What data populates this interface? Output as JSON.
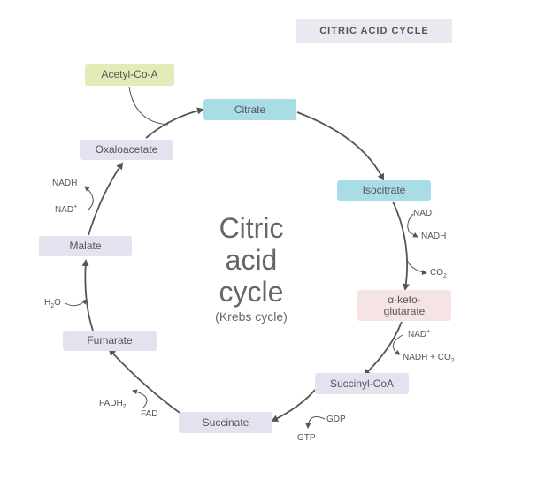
{
  "title": "CITRIC ACID CYCLE",
  "center": {
    "line1": "Citric",
    "line2": "acid",
    "line3": "cycle",
    "subtitle": "(Krebs cycle)"
  },
  "nodes": {
    "acetyl_coa": "Acetyl-Co-A",
    "citrate": "Citrate",
    "isocitrate": "Isocitrate",
    "alpha_ketoglutarate_line1": "α-keto-",
    "alpha_ketoglutarate_line2": "glutarate",
    "succinyl_coa": "Succinyl-CoA",
    "succinate": "Succinate",
    "fumarate": "Fumarate",
    "malate": "Malate",
    "oxaloacetate": "Oxaloacetate"
  },
  "side_labels": {
    "nad_iso": "NAD",
    "nadh_iso": "NADH",
    "co2_iso": "CO",
    "co2_iso_sub": "2",
    "nad_akg": "NAD",
    "nadh_akg": "NADH + CO",
    "nadh_akg_sub": "2",
    "gdp": "GDP",
    "gtp": "GTP",
    "fad": "FAD",
    "fadh2": "FADH",
    "fadh2_sub": "2",
    "h2o_pre": "H",
    "h2o_sub": "2",
    "h2o_post": "O",
    "nad_mal": "NAD",
    "nadh_mal": "NADH",
    "plus": "+"
  },
  "colors": {
    "acetyl": "#e3ecb8",
    "citrate": "#a8dde6",
    "isocitrate": "#a8dde6",
    "akg": "#f6e3e5",
    "default_node": "#e2e3ee",
    "arrow": "#555555"
  }
}
